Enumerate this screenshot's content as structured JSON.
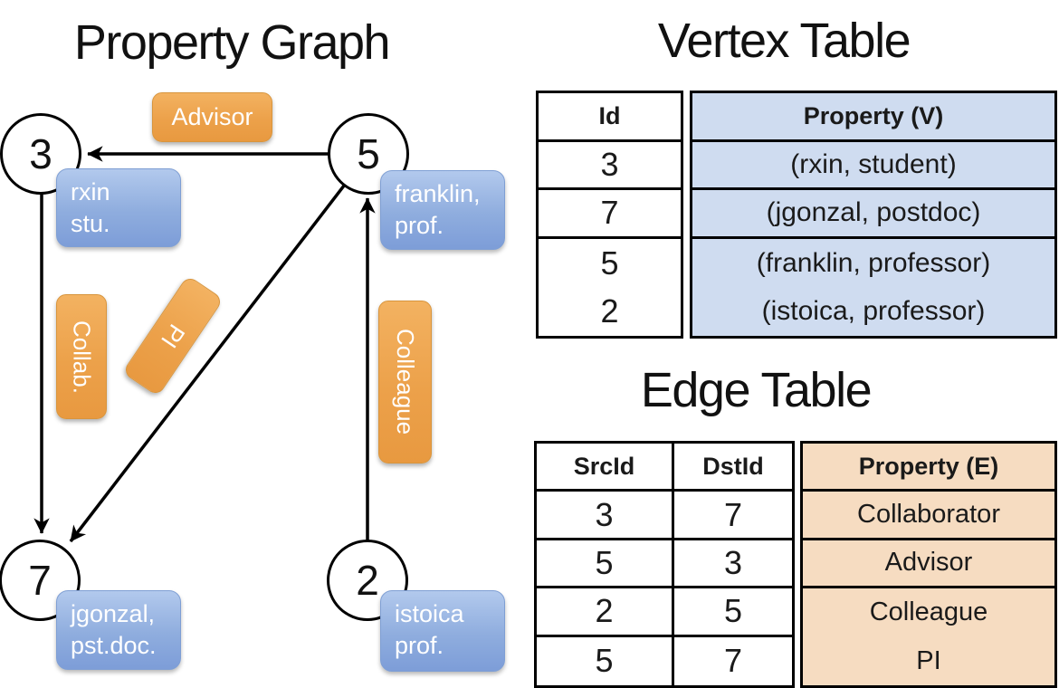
{
  "panel_graph": {
    "title": "Property Graph",
    "nodes": [
      {
        "id": "3",
        "prop_line1": "rxin",
        "prop_line2": "stu."
      },
      {
        "id": "5",
        "prop_line1": "franklin,",
        "prop_line2": "prof."
      },
      {
        "id": "7",
        "prop_line1": "jgonzal,",
        "prop_line2": "pst.doc."
      },
      {
        "id": "2",
        "prop_line1": "istoica",
        "prop_line2": "prof."
      }
    ],
    "edge_labels": {
      "advisor": "Advisor",
      "collab": "Collab.",
      "pi": "PI",
      "colleague": "Colleague"
    }
  },
  "vertex_table": {
    "title": "Vertex Table",
    "col_id": "Id",
    "col_property": "Property (V)",
    "rows": [
      {
        "id": "3",
        "property": "(rxin, student)"
      },
      {
        "id": "7",
        "property": "(jgonzal, postdoc)"
      },
      {
        "id": "5",
        "property": "(franklin, professor)"
      },
      {
        "id": "2",
        "property": "(istoica, professor)"
      }
    ]
  },
  "edge_table": {
    "title": "Edge Table",
    "col_src": "SrcId",
    "col_dst": "DstId",
    "col_property": "Property (E)",
    "rows": [
      {
        "src": "3",
        "dst": "7",
        "property": "Collaborator"
      },
      {
        "src": "5",
        "dst": "3",
        "property": "Advisor"
      },
      {
        "src": "2",
        "dst": "5",
        "property": "Colleague"
      },
      {
        "src": "5",
        "dst": "7",
        "property": "PI"
      }
    ]
  },
  "colors": {
    "edge_label_fill_top": "#f3b261",
    "edge_label_fill_bottom": "#e89940",
    "vertex_label_fill_top": "#b2c9ed",
    "vertex_label_fill_bottom": "#7d9dd8",
    "vertex_table_fill": "#cfdcf0",
    "edge_table_fill": "#f6dcc1",
    "line_color": "#000000"
  }
}
